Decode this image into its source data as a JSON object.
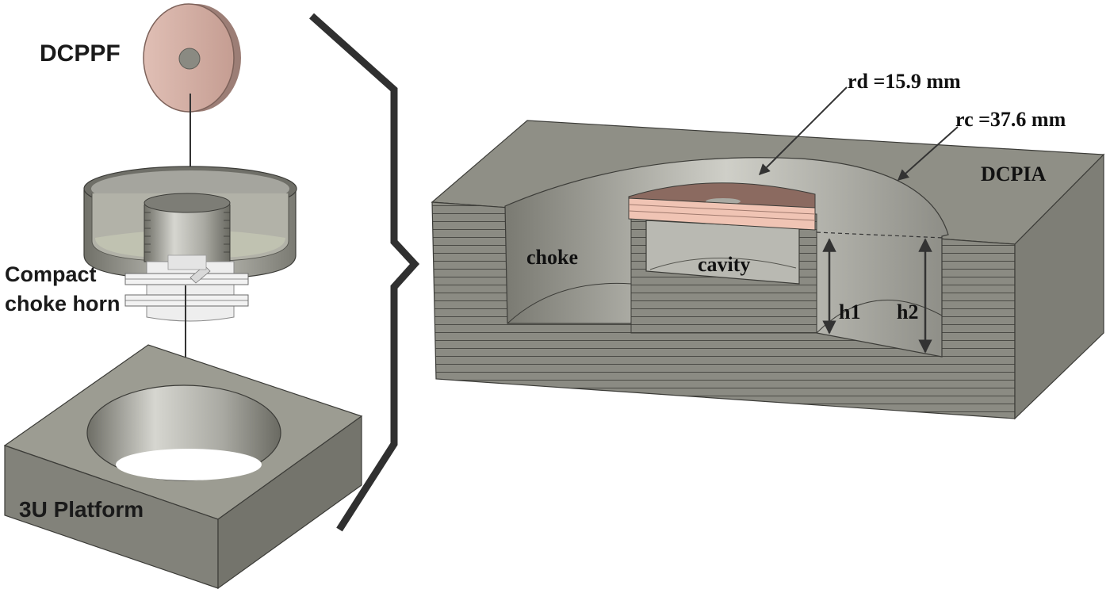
{
  "labels": {
    "dcppf": "DCPPF",
    "horn_line1": "Compact",
    "horn_line2": "choke horn",
    "platform": "3U Platform",
    "rd": "rd =15.9 mm",
    "rc": "rc =37.6 mm",
    "dcpia": "DCPIA",
    "choke": "choke",
    "cavity": "cavity",
    "h1": "h1",
    "h2": "h2"
  },
  "colors": {
    "dcppf_disk": "#d2ada3",
    "metal": "#8f8f86",
    "metal_dark": "#707068",
    "substrate_pink": "#f0c4b4",
    "patch_brown": "#8b6a60",
    "brace": "#303030"
  }
}
